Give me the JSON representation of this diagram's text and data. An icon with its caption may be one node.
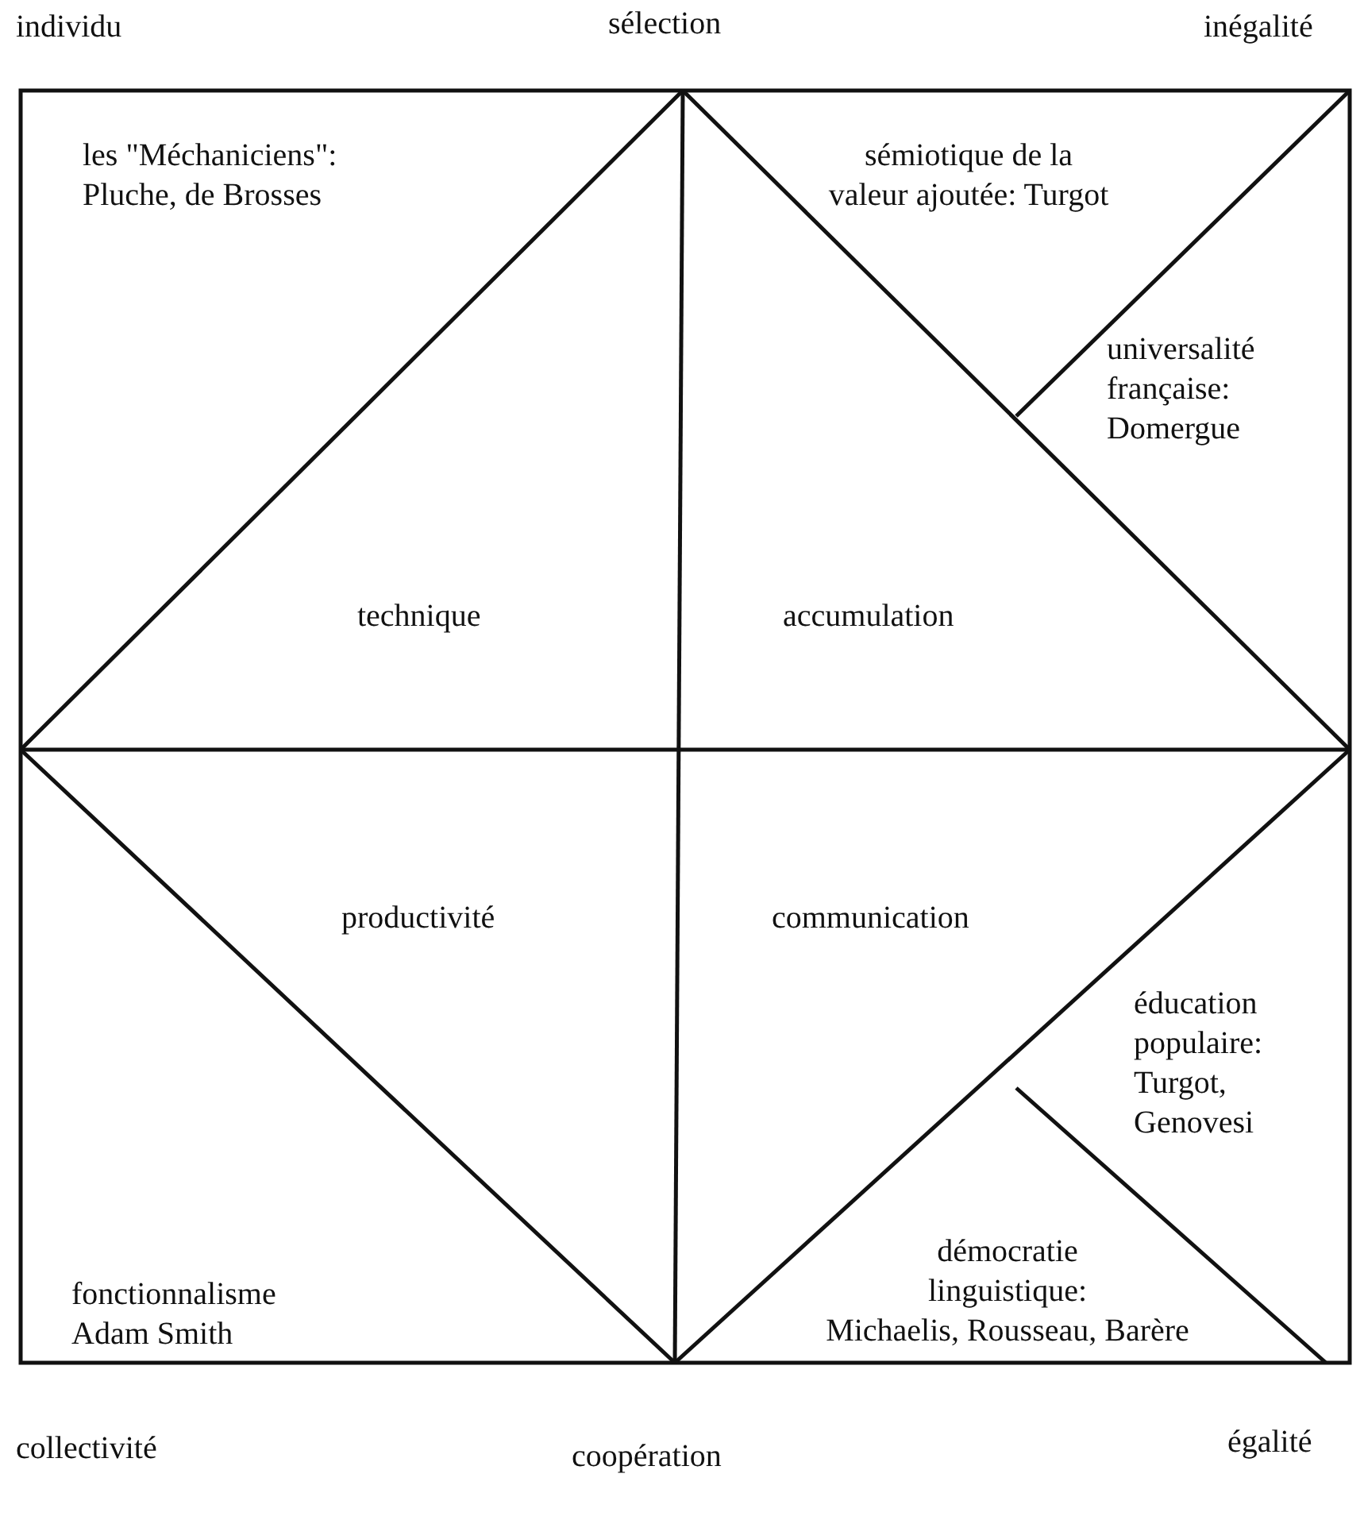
{
  "diagram": {
    "labels": [
      "individu",
      "sélection",
      "inégalité",
      "les \"Méchaniciens\": Pluche, de Brosses",
      "sémiotique de la valeur ajoutée: Turgot",
      "universalité française: Domergue",
      "technique",
      "accumulation",
      "productivité",
      "communication",
      "éducation populaire: Turgot, Genovesi",
      "fonctionnalisme Adam Smith",
      "démocratie linguistique: Michaelis, Rousseau, Barère",
      "collectivité",
      "coopération",
      "égalité"
    ]
  }
}
